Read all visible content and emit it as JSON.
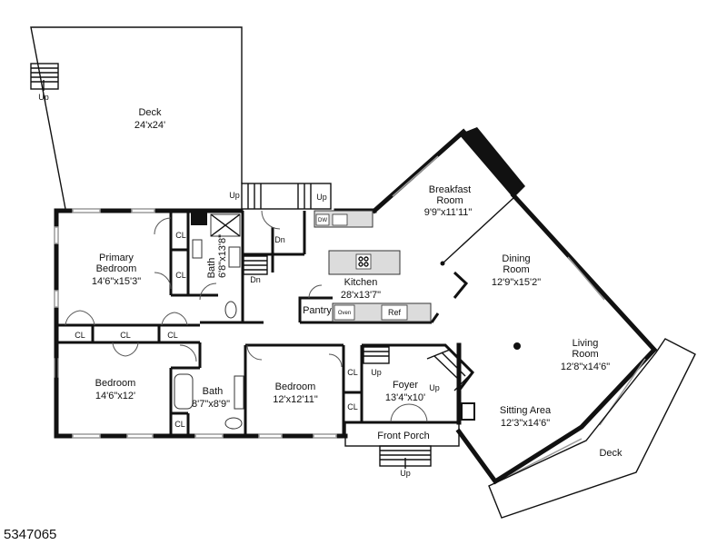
{
  "rooms": {
    "deck_top": {
      "name": "Deck",
      "dim": "24'x24'"
    },
    "breakfast": {
      "name1": "Breakfast",
      "name2": "Room",
      "dim": "9'9\"x11'11\""
    },
    "primary": {
      "name1": "Primary",
      "name2": "Bedroom",
      "dim": "14'6\"x15'3\""
    },
    "bath_top": {
      "name": "Bath",
      "dim": "6'8\"x13'8\""
    },
    "kitchen": {
      "name": "Kitchen",
      "dim": "28'x13'7\""
    },
    "dining": {
      "name": "Dining",
      "name2": "Room",
      "dim": "12'9\"x15'2\""
    },
    "living": {
      "name": "Living",
      "name2": "Room",
      "dim": "12'8\"x14'6\""
    },
    "bedroom_left": {
      "name": "Bedroom",
      "dim": "14'6\"x12'"
    },
    "bath_bottom": {
      "name": "Bath",
      "dim": "8'7\"x8'9\""
    },
    "bedroom_mid": {
      "name": "Bedroom",
      "dim": "12'x12'11\""
    },
    "foyer": {
      "name": "Foyer",
      "dim": "13'4\"x10'"
    },
    "sitting": {
      "name": "Sitting Area",
      "dim": "12'3\"x14'6\""
    },
    "front_porch": {
      "name": "Front Porch"
    },
    "deck_right": {
      "name": "Deck"
    }
  },
  "labels": {
    "up": "Up",
    "dn": "Dn",
    "cl": "CL",
    "pantry": "Pantry",
    "oven": "Oven",
    "ref": "Ref",
    "dw": "DW"
  },
  "listing_id": "5347065"
}
